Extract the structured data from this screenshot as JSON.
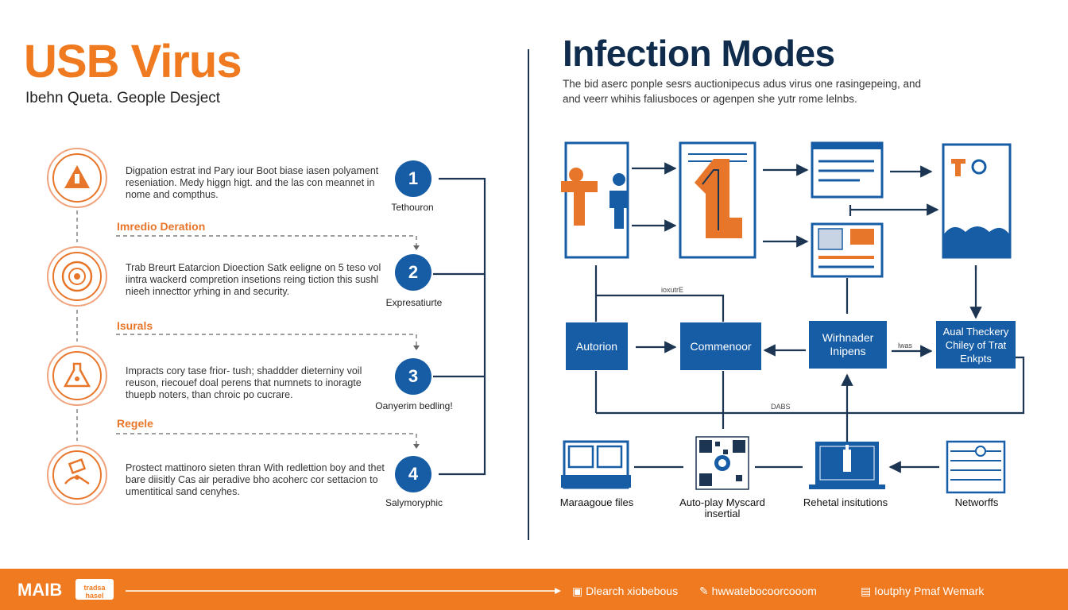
{
  "left": {
    "title": "USB Virus",
    "subtitle": "Ibehn Queta. Geople Desject",
    "steps": [
      {
        "number": "1",
        "text": "Digpation estrat ind Pary iour Boot biase iasen polyament reseniation. Medy higgn higt. and the las con meannet in nome and compthus.",
        "label": "Tethouron"
      },
      {
        "number": "2",
        "text": "Trab Breurt Eatarcion Dioection Satk eeligne on 5 teso vol iintra wackerd compretion insetions reing tiction this sushl nieeh innecttor yrhing in and security.",
        "label": "Expresatiurte"
      },
      {
        "number": "3",
        "text": "Impracts cory tase frior- tush; shaddder dieterniny voil reuson, riecouef doal perens that numnets to inoragte thuepb noters, than chroic po cucrare.",
        "label": "Oanyerim bedling!"
      },
      {
        "number": "4",
        "text": "Prostect mattinoro sieten thran With redlettion boy and thet bare diisitly Cas air peradive bho acoherc cor settacion to umentitical sand cenyhes.",
        "label": "Salymoryphic"
      }
    ],
    "sections": [
      "Imredio Deration",
      "Isurals",
      "Regele"
    ]
  },
  "right": {
    "title": "Infection Modes",
    "description": "The bid aserc ponple sesrs auctionipecus adus virus one rasingepeing, and and veerr whihis faliusboces or agenpen she yutr rome lelnbs.",
    "flow_labels": [
      "ioxutrE",
      "lwas",
      "DABS"
    ],
    "boxes": [
      "Autorion",
      "Commenoor",
      "Wirhnader Inipens",
      "Aual Theckery Chiley of Trat Enkpts"
    ],
    "bottom": [
      "Maraagoue files",
      "Auto-play Myscard insertial",
      "Rehetal insitutions",
      "Networffs"
    ]
  },
  "footer": {
    "brand": "MAIB",
    "logo_text": "tradsa hasel",
    "links": [
      "Dlearch xiobebous",
      "hwwatebocoorcooom",
      "Ioutphy Pmaf Wemark"
    ]
  },
  "colors": {
    "orange": "#f07a1f",
    "blue": "#175da6",
    "navy": "#102c4d"
  },
  "icons": [
    "warning-bottle-icon",
    "virus-circle-icon",
    "flask-icon",
    "hand-usb-icon",
    "person-orange-icon",
    "person-blue-icon",
    "usb-document-icon",
    "window-icon",
    "qr-document-icon",
    "cloud-network-icon",
    "folder-files-icon",
    "qr-code-icon",
    "laptop-usb-icon",
    "network-list-icon"
  ]
}
